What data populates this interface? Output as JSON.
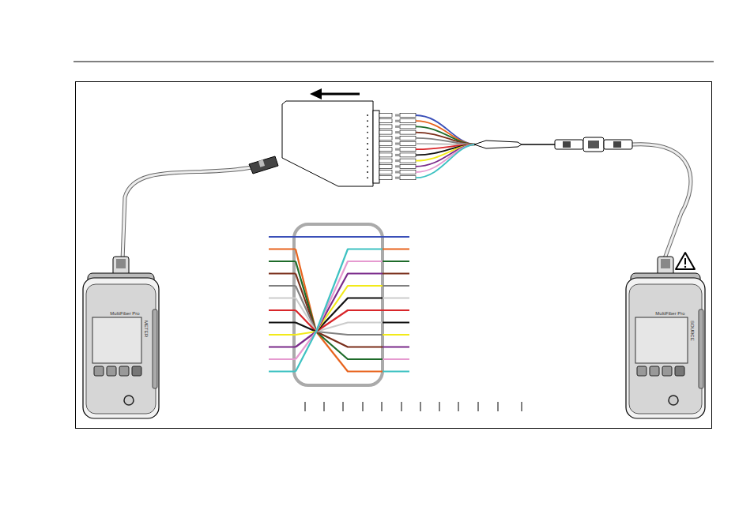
{
  "diagram": {
    "labels": [
      "MultiFiber Pro",
      "METER",
      "MultiFiber Pro",
      "SOURCE"
    ]
  }
}
